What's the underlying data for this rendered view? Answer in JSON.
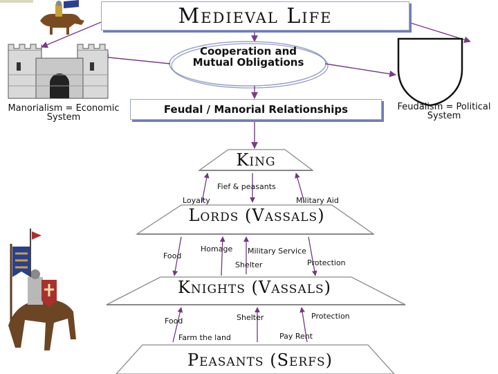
{
  "title": "Medieval Life",
  "center": {
    "cooperation": "Cooperation and Mutual Obligations",
    "relationships": "Feudal / Manorial Relationships"
  },
  "left_concept": "Manorialism = Economic System",
  "right_concept": "Feudalism = Political System",
  "tiers": {
    "king": "King",
    "lords": "Lords (Vassals)",
    "knights": "Knights (Vassals)",
    "peasants": "Peasants (Serfs)"
  },
  "flows": {
    "fief_peasants": "Fief & peasants",
    "loyalty": "Loyalty",
    "military_aid": "Military Aid",
    "homage": "Homage",
    "military_service": "Military Service",
    "food_lords": "Food",
    "shelter_lords": "Shelter",
    "protection_lords": "Protection",
    "food_knights": "Food",
    "shelter_knights": "Shelter",
    "protection_knights": "Protection",
    "farm_the_land": "Farm the land",
    "pay_rent": "Pay Rent"
  },
  "icons": [
    "mounted-knight-icon",
    "castle-icon",
    "shield-icon",
    "knight-with-banner-icon"
  ]
}
